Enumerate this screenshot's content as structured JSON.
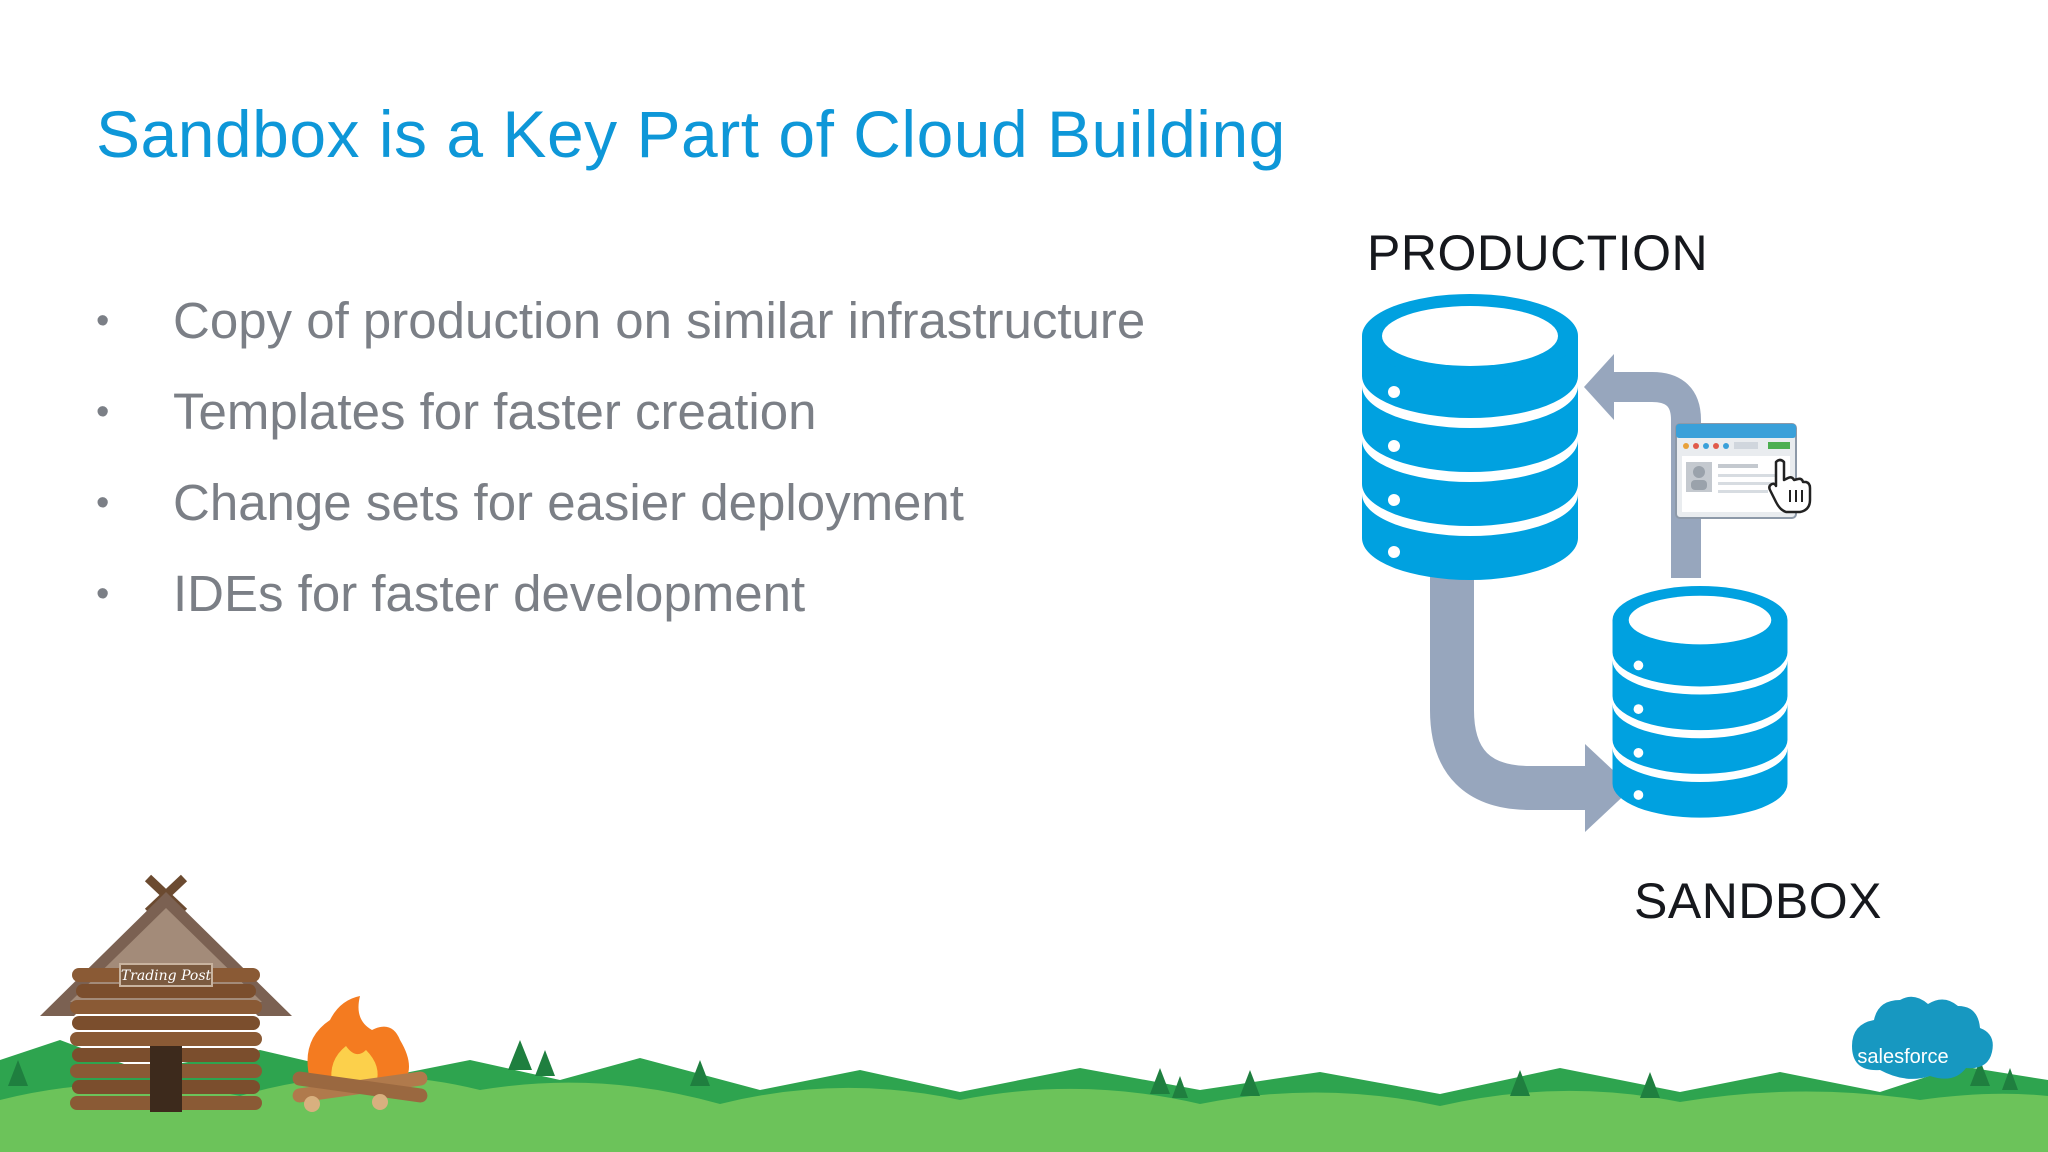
{
  "slide": {
    "title": "Sandbox is a Key Part of Cloud Building",
    "bullets": [
      "Copy of production on similar infrastructure",
      "Templates for faster creation",
      "Change sets for easier deployment",
      "IDEs for faster development"
    ],
    "bullet_glyph": "•"
  },
  "diagram": {
    "production_label": "PRODUCTION",
    "sandbox_label": "SANDBOX",
    "database_color": "#00a1e0",
    "arrow_color": "#97a6bd",
    "icons": [
      "database-icon",
      "database-icon",
      "browser-window-icon",
      "hand-cursor-icon"
    ]
  },
  "scenery": {
    "cabin_sign": "Trading Post",
    "brand_logo": "salesforce",
    "colors": {
      "hills_light": "#6cc35a",
      "hills_dark": "#2ea44f",
      "cloud_blue": "#1798c1",
      "wood": "#8a5a35"
    }
  }
}
